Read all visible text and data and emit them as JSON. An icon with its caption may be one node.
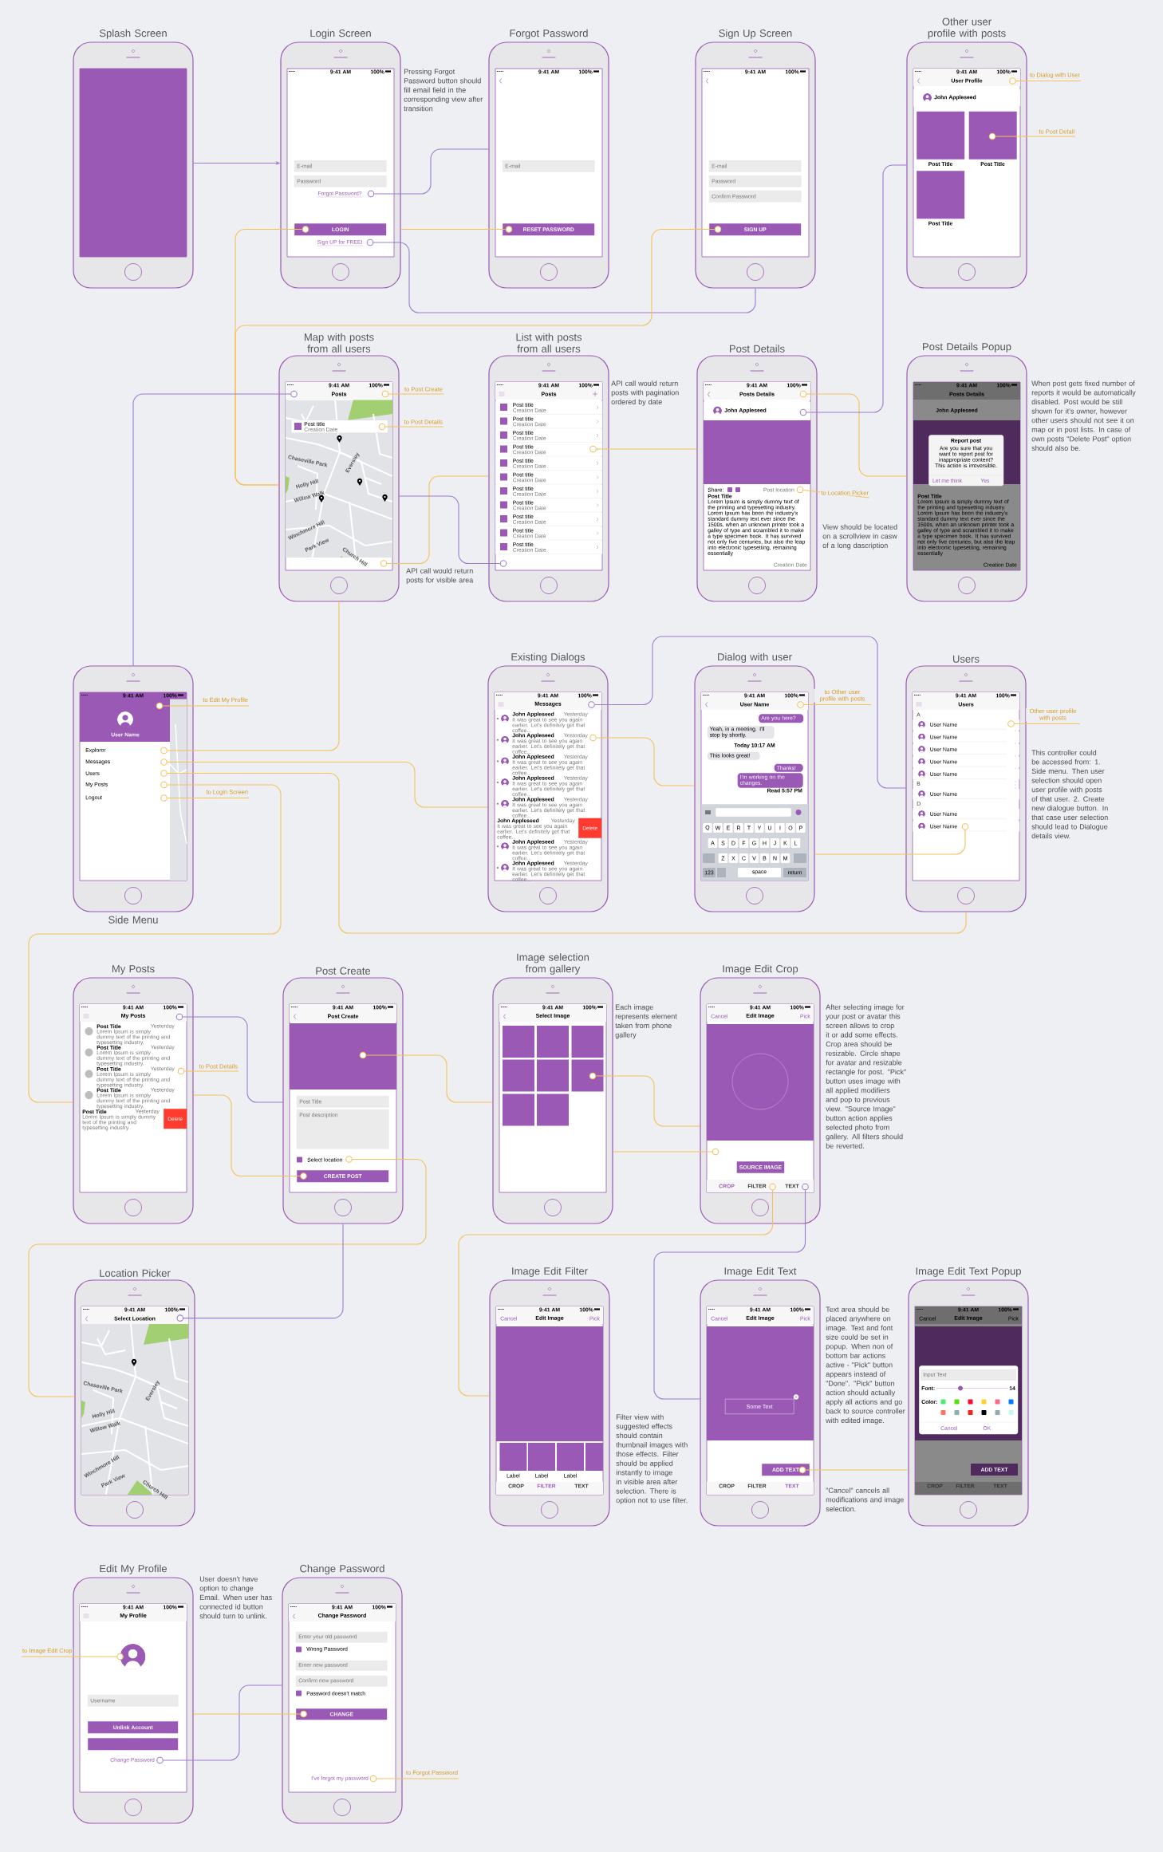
{
  "diagram": {
    "nodes": [
      {
        "text": [
          "Splash Screen"
        ]
      },
      {
        "text": [
          "Login Screen",
          "9:41 AM",
          "100%"
        ],
        "beside": [
          "Pressing Forgot Password button should fill email field in the corresponding view after transition"
        ]
      },
      {
        "text": [
          "E-mail"
        ],
        "in": 1
      },
      {
        "text": [
          "Password"
        ],
        "in": 1
      },
      {
        "text": [
          "Forgot Password?"
        ],
        "in": 1
      },
      {
        "text": [],
        "shape": "circle",
        "in": 1
      },
      {
        "text": [
          "LOGIN"
        ],
        "in": 1
      },
      {
        "text": [],
        "shape": "circle",
        "in": 6
      },
      {
        "text": [
          "Sign UP for FREE!"
        ],
        "in": 1
      },
      {
        "text": [],
        "shape": "circle",
        "in": 1
      },
      {
        "text": [
          "Forgot Password",
          "9:41 AM",
          "100%"
        ]
      },
      {
        "text": [
          "E-mail"
        ],
        "in": 10
      },
      {
        "text": [
          "RESET PASSWORD"
        ],
        "in": 10
      },
      {
        "text": [],
        "shape": "circle",
        "in": 12
      },
      {
        "text": [
          "Sign Up Screen",
          "9:41 AM",
          "100%"
        ]
      },
      {
        "text": [
          "E-mail"
        ],
        "in": 14
      },
      {
        "text": [
          "Password"
        ],
        "in": 14
      },
      {
        "text": [
          "Confirm Password"
        ],
        "in": 14
      },
      {
        "text": [
          "SIGN UP"
        ],
        "in": 14
      },
      {
        "text": [],
        "shape": "circle",
        "in": 18
      },
      {
        "text": [
          "Other user profile with posts",
          "9:41 AM",
          "100%",
          "User Profile"
        ]
      },
      {
        "text": [],
        "shape": "circle",
        "in": 20
      },
      {
        "text": [
          "John Appleseed"
        ],
        "in": 20
      },
      {
        "text": [
          "Post Title"
        ],
        "in": 20
      },
      {
        "text": [
          "Post Title"
        ],
        "in": 20
      },
      {
        "text": [],
        "shape": "circle",
        "in": 24
      },
      {
        "text": [
          "Post Title"
        ],
        "in": 20
      },
      {
        "text": [
          "Map with posts from all users",
          "9:41 AM",
          "100%",
          "Posts"
        ],
        "beside": [
          "API call would return posts for visible area"
        ]
      },
      {
        "text": [],
        "shape": "circle",
        "in": 27
      },
      {
        "text": [],
        "shape": "circle",
        "in": 27
      },
      {
        "text": [
          "Post title",
          "Creation Date"
        ],
        "in": 27
      },
      {
        "text": [],
        "shape": "circle",
        "in": 30
      },
      {
        "text": [],
        "shape": "circle",
        "in": 27
      },
      {
        "text": [
          "List with posts from all users",
          "9:41 AM",
          "100%",
          "Posts"
        ],
        "beside": [
          "API call would return posts with pagination ordered by date"
        ]
      },
      {
        "text": [
          "Post title",
          "Creation Date"
        ],
        "in": 33
      },
      {
        "text": [
          "Post title",
          "Creation Date"
        ],
        "in": 33
      },
      {
        "text": [
          "Post title",
          "Creation Date"
        ],
        "in": 33
      },
      {
        "text": [
          "Post title",
          "Creation Date"
        ],
        "in": 33
      },
      {
        "text": [
          "Post title",
          "Creation Date"
        ],
        "in": 33
      },
      {
        "text": [
          "Post title",
          "Creation Date"
        ],
        "in": 33
      },
      {
        "text": [
          "Post title",
          "Creation Date"
        ],
        "in": 33
      },
      {
        "text": [
          "Post title",
          "Creation Date"
        ],
        "in": 33
      },
      {
        "text": [
          "Post title",
          "Creation Date"
        ],
        "in": 33
      },
      {
        "text": [
          "Post title",
          "Creation Date"
        ],
        "in": 33
      },
      {
        "text": [
          "Post title",
          "Creation Date"
        ],
        "in": 33
      },
      {
        "text": [],
        "shape": "circle",
        "in": 37
      },
      {
        "text": [],
        "shape": "circle",
        "in": 33
      },
      {
        "text": [
          "Post Details",
          "9:41 AM",
          "100%",
          "Posts Details",
          "Share:",
          "Post location",
          "Post Title",
          "Lorem Ipsum is simply dummy text of the printing and typesetting industry. Lorem Ipsum has been the industry's standard dummy text ever since the 1500s, when an unknown printer took a galley of type and scrambled it to make a type specimen book. It has survived not only five centuries, but also the leap into electronic typesetting, remaining essentially",
          "Creation Date"
        ],
        "beside": [
          "View should be located on a scrollview in casw of a long dascription"
        ]
      },
      {
        "text": [],
        "shape": "circle",
        "in": 47
      },
      {
        "text": [
          "John Appleseed"
        ],
        "in": 47
      },
      {
        "text": [],
        "shape": "circle",
        "in": 49
      },
      {
        "text": [],
        "shape": "circle",
        "in": 47
      },
      {
        "text": [
          "Post Details Popup",
          "9:41 AM",
          "100%",
          "Posts Details",
          "John Appleseed",
          "Post Title",
          "Lorem Ipsum is simply dummy text of the printing and typesetting industry. Lorem Ipsum has been the industry's standard dummy text ever since the 1500s, when an unknown printer took a galley of type and scrambled it to make a type specimen book. It has survived not only five centuries, but also the leap into electronic typesetting, remaining essentially",
          "Creation Date"
        ],
        "beside": [
          "When post gets fixed number of reports it would be automatically disabled. Post would be still shown for it's owner, however other users should not see it on map or in post lists. In case of own posts \"Delete Post\" option should also be."
        ]
      },
      {
        "text": [
          "Report post",
          "Are you sure that you want to report post for inappropriate content? This action is irreversible.",
          "Let me think",
          "Yes"
        ],
        "in": 52
      },
      {
        "text": [
          "Side Menu",
          "9:41 AM",
          "100%",
          "User Name",
          "Explorer",
          "Messages",
          "Users",
          "My Posts",
          "Logout"
        ]
      },
      {
        "text": [],
        "shape": "circle",
        "in": 54
      },
      {
        "text": [],
        "shape": "circle",
        "in": 54
      },
      {
        "text": [],
        "shape": "circle",
        "in": 54
      },
      {
        "text": [],
        "shape": "circle",
        "in": 54
      },
      {
        "text": [],
        "shape": "circle",
        "in": 54
      },
      {
        "text": [],
        "shape": "circle",
        "in": 54
      },
      {
        "text": [
          "Existing Dialogs",
          "9:41 AM",
          "100%",
          "Messages"
        ]
      },
      {
        "text": [],
        "shape": "circle",
        "in": 61
      },
      {
        "text": [
          "John Appleseed",
          "Yesterday",
          "It was great to see you again earlier. Let's definitely get that coffee..."
        ],
        "in": 61
      },
      {
        "text": [
          "John Appleseed",
          "Yesterday",
          "It was great to see you again earlier. Let's definitely get that coffee..."
        ],
        "in": 61
      },
      {
        "text": [
          "John Appleseed",
          "Yesterday",
          "It was great to see you again earlier. Let's definitely get that coffee..."
        ],
        "in": 61
      },
      {
        "text": [
          "John Appleseed",
          "Yesterday",
          "It was great to see you again earlier. Let's definitely get that coffee..."
        ],
        "in": 61
      },
      {
        "text": [
          "John Appleseed",
          "Yesterday",
          "It was great to see you again earlier. Let's definitely get that coffee..."
        ],
        "in": 61
      },
      {
        "text": [
          "John Appleseed",
          "Yesterday",
          "It was great to see you again earlier. Let's definitely get that coffee...",
          "Delete"
        ],
        "in": 61
      },
      {
        "text": [
          "John Appleseed",
          "Yesterday",
          "It was great to see you again earlier. Let's definitely get that coffee..."
        ],
        "in": 61
      },
      {
        "text": [
          "John Appleseed",
          "Yesterday",
          "It was great to see you again earlier. Let's definitely get that coffee..."
        ],
        "in": 61
      },
      {
        "text": [],
        "shape": "circle",
        "in": 61
      },
      {
        "text": [
          "Dialog with user",
          "9:41 AM",
          "100%",
          "User Name",
          "Today 10:17 AM",
          "Read 5:57 PM"
        ]
      },
      {
        "text": [],
        "shape": "circle",
        "in": 72
      },
      {
        "text": [
          "Are you here?"
        ],
        "in": 72
      },
      {
        "text": [
          "Yeah, in a meeting. I'll stop by shortly."
        ],
        "in": 72
      },
      {
        "text": [
          "This looks great!"
        ],
        "in": 72
      },
      {
        "text": [
          "Thanks!"
        ],
        "in": 72
      },
      {
        "text": [
          "I'm working on the changes."
        ],
        "in": 72
      },
      {
        "text": [
          "Q",
          "W",
          "E",
          "R",
          "T",
          "Y",
          "U",
          "I",
          "O",
          "P",
          "A",
          "S",
          "D",
          "F",
          "G",
          "H",
          "J",
          "K",
          "L",
          "Z",
          "X",
          "C",
          "V",
          "B",
          "N",
          "M",
          "123",
          "space",
          "return"
        ],
        "in": 72
      },
      {
        "text": [
          "Users",
          "9:41 AM",
          "100%",
          "Users",
          "A",
          "B",
          "D"
        ],
        "beside": [
          "This controller could be accessed from: 1. Side menu. Then user selection should open user profile with posts of that user. 2. Create new dialogue button. In that case user selection should lead to Dialogue details view."
        ]
      },
      {
        "text": [
          "User Name"
        ],
        "in": 80
      },
      {
        "text": [
          "User Name"
        ],
        "in": 80
      },
      {
        "text": [
          "User Name"
        ],
        "in": 80
      },
      {
        "text": [
          "User Name"
        ],
        "in": 80
      },
      {
        "text": [
          "User Name"
        ],
        "in": 80
      },
      {
        "text": [
          "User Name"
        ],
        "in": 80
      },
      {
        "text": [
          "User Name"
        ],
        "in": 80
      },
      {
        "text": [
          "User Name"
        ],
        "in": 80
      },
      {
        "text": [],
        "shape": "circle",
        "in": 81
      },
      {
        "text": [],
        "shape": "circle",
        "in": 88
      },
      {
        "text": [
          "My Posts",
          "9:41 AM",
          "100%",
          "My Posts"
        ]
      },
      {
        "text": [],
        "shape": "circle",
        "in": 91
      },
      {
        "text": [
          "Post Title",
          "Yesterday",
          "Lorem Ipsum is simply dummy text of the printing and typesetting industry."
        ],
        "in": 91
      },
      {
        "text": [
          "Post Title",
          "Yesterday",
          "Lorem Ipsum is simply dummy text of the printing and typesetting industry."
        ],
        "in": 91
      },
      {
        "text": [
          "Post Title",
          "Yesterday",
          "Lorem Ipsum is simply dummy text of the printing and typesetting industry."
        ],
        "in": 91
      },
      {
        "text": [
          "Post Title",
          "Yesterday",
          "Lorem Ipsum is simply dummy text of the printing and typesetting industry."
        ],
        "in": 91
      },
      {
        "text": [
          "Post Title",
          "Yesterday",
          "Lorem Ipsum is simply dummy text of the printing and typesetting industry.",
          "Delete"
        ],
        "in": 91
      },
      {
        "text": [],
        "shape": "circle",
        "in": 91
      },
      {
        "text": [
          "Post Create",
          "9:41 AM",
          "100%",
          "Post Create",
          "Select location"
        ]
      },
      {
        "text": [],
        "shape": "circle",
        "in": 99
      },
      {
        "text": [
          "Post Title"
        ],
        "in": 99
      },
      {
        "text": [
          "Post description"
        ],
        "in": 99
      },
      {
        "text": [],
        "shape": "circle",
        "in": 99
      },
      {
        "text": [
          "CREATE POST"
        ],
        "in": 99
      },
      {
        "text": [],
        "shape": "circle",
        "in": 104
      },
      {
        "text": [
          "Image selection from gallery",
          "9:41 AM",
          "100%",
          "Select Image"
        ],
        "beside": [
          "Each image represents element taken from phone gallery"
        ]
      },
      {
        "text": [],
        "shape": "circle",
        "in": 106
      },
      {
        "text": [
          "Image Edit Crop",
          "9:41 AM",
          "100%",
          "Cancel",
          "Edit Image",
          "Pick",
          "CROP",
          "FILTER",
          "TEXT"
        ],
        "beside": [
          "After selecting image for your post or avatar this screen allows to crop it or add some effects. Crop area should be resizable. Circle shape for avatar and resizable rectangle for post. \"Pick\" button uses image with all applied modifiers and pop to previous view. \"Source Image\" button action applies selected photo from gallery. All filters should be reverted."
        ]
      },
      {
        "text": [
          "SOURCE IMAGE"
        ],
        "in": 108
      },
      {
        "text": [],
        "shape": "circle",
        "in": 108
      },
      {
        "text": [],
        "shape": "circle",
        "in": 108
      },
      {
        "text": [],
        "shape": "circle",
        "in": 108
      },
      {
        "text": [
          "Location Picker",
          "9:41 AM",
          "100%",
          "Select Location"
        ]
      },
      {
        "text": [],
        "shape": "circle",
        "in": 113
      },
      {
        "text": [
          "Image Edit Filter",
          "9:41 AM",
          "100%",
          "Cancel",
          "Edit Image",
          "Pick",
          "Label",
          "Label",
          "Label",
          "CROP",
          "FILTER",
          "TEXT"
        ],
        "beside": [
          "Filter view with suggested effects should contain thumbnail images with those effects. Filter should be applied instantly to image in visible area after selection. There is option not to use filter."
        ]
      },
      {
        "text": [
          "Image Edit Text",
          "9:41 AM",
          "100%",
          "Cancel",
          "Edit Image",
          "Pick",
          "CROP",
          "FILTER",
          "TEXT"
        ],
        "beside": [
          "Text area should be placed anywhere on image. Text and font size could be set in popup. When non of bottom bar actions active - \"Pick\" button appears instead of \"Done\". \"Pick\" button action should actually apply all actions and go back to source controller with edited image.",
          "\"Cancel\" cancels all modifications and image selection."
        ]
      },
      {
        "text": [
          "Some Text"
        ],
        "in": 116
      },
      {
        "text": [
          "ADD TEXT"
        ],
        "in": 116
      },
      {
        "text": [],
        "shape": "circle",
        "in": 118
      },
      {
        "text": [
          "Image Edit Text Popup",
          "9:41 AM",
          "100%",
          "Cancel",
          "Edit Image",
          "Pick",
          "ADD TEXT",
          "CROP",
          "FILTER",
          "TEXT"
        ]
      },
      {
        "text": [
          "Input Text",
          "Font:",
          "14",
          "Color:",
          "Cancel",
          "OK"
        ],
        "in": 120
      },
      {
        "text": [
          "Edit My Profile",
          "9:41 AM",
          "100%",
          "My Profile",
          "Change Password"
        ],
        "beside": [
          "User doesn't have option to change Email. When user has connected id button should turn to unlink."
        ]
      },
      {
        "text": [],
        "shape": "circle",
        "in": 122
      },
      {
        "text": [
          "Username"
        ],
        "in": 122
      },
      {
        "text": [
          "Unlink Account"
        ],
        "in": 122
      },
      {
        "text": [],
        "shape": "box",
        "in": 122
      },
      {
        "text": [],
        "shape": "circle",
        "in": 122
      },
      {
        "text": [
          "Change Password",
          "9:41 AM",
          "100%",
          "Change Password",
          "Wrong Password",
          "Password doesn't match",
          "I've forgot my password"
        ]
      },
      {
        "text": [
          "Enter your old password"
        ],
        "in": 128
      },
      {
        "text": [
          "Enter new password"
        ],
        "in": 128
      },
      {
        "text": [
          "Confirm new password"
        ],
        "in": 128
      },
      {
        "text": [
          "CHANGE"
        ],
        "in": 128
      },
      {
        "text": [],
        "shape": "circle",
        "in": 132
      },
      {
        "text": [],
        "shape": "circle",
        "in": 128
      }
    ],
    "edges": [
      {
        "from": 0,
        "to": 1,
        "arrow": "to",
        "color": "#9b59b6"
      },
      {
        "from": 5,
        "to": 10,
        "arrow": "none",
        "color": "#9b59b6"
      },
      {
        "from": 9,
        "to": 14,
        "arrow": "none",
        "color": "#9b59b6"
      },
      {
        "from": 7,
        "to": 27,
        "arrow": "none"
      },
      {
        "from": 19,
        "to": 27,
        "arrow": "none"
      },
      {
        "from": 13,
        "to": 1,
        "arrow": "none"
      },
      {
        "from": 28,
        "to": 54,
        "arrow": "none",
        "color": "#9b59b6"
      },
      {
        "from": 29,
        "to": null,
        "arrow": "none",
        "label": "to Post Create"
      },
      {
        "from": 31,
        "to": null,
        "arrow": "none",
        "label": "to Post Details"
      },
      {
        "from": 32,
        "to": 33,
        "arrow": "none"
      },
      {
        "from": 46,
        "to": 27,
        "arrow": "none",
        "color": "#9b59b6"
      },
      {
        "from": 45,
        "to": 47,
        "arrow": "none"
      },
      {
        "from": 48,
        "to": 52,
        "arrow": "none"
      },
      {
        "from": 50,
        "to": 20,
        "arrow": "none",
        "color": "#9b59b6"
      },
      {
        "from": 51,
        "to": null,
        "arrow": "none",
        "label": "to Location Picker"
      },
      {
        "from": 21,
        "to": null,
        "arrow": "none",
        "label": "to Dialog with User"
      },
      {
        "from": 25,
        "to": null,
        "arrow": "none",
        "label": "to Post Detail"
      },
      {
        "from": 56,
        "to": 27,
        "arrow": "none"
      },
      {
        "from": 57,
        "to": 61,
        "arrow": "none"
      },
      {
        "from": 58,
        "to": 80,
        "arrow": "none"
      },
      {
        "from": 59,
        "to": 91,
        "arrow": "none"
      },
      {
        "from": 60,
        "to": null,
        "arrow": "none",
        "label": "to Login Screen"
      },
      {
        "from": 55,
        "to": null,
        "arrow": "none",
        "label": "to Edit My Profile"
      },
      {
        "from": 62,
        "to": 80,
        "arrow": "none",
        "color": "#9b59b6"
      },
      {
        "from": 71,
        "to": 72,
        "arrow": "none"
      },
      {
        "from": 73,
        "to": null,
        "arrow": "none",
        "label": "to Other user profile with posts"
      },
      {
        "from": 89,
        "to": null,
        "arrow": "none",
        "label": "Other user profile with posts"
      },
      {
        "from": 90,
        "to": 72,
        "arrow": "none"
      },
      {
        "from": 92,
        "to": 99,
        "arrow": "none",
        "color": "#9b59b6"
      },
      {
        "from": 98,
        "to": null,
        "arrow": "none",
        "label": "to Post Details"
      },
      {
        "from": 105,
        "to": 91,
        "arrow": "none"
      },
      {
        "from": 100,
        "to": 106,
        "arrow": "none"
      },
      {
        "from": 103,
        "to": 113,
        "arrow": "none"
      },
      {
        "from": 114,
        "to": 99,
        "arrow": "none",
        "color": "#9b59b6"
      },
      {
        "from": 107,
        "to": 108,
        "arrow": "none"
      },
      {
        "from": 110,
        "to": 106,
        "arrow": "none"
      },
      {
        "from": 111,
        "to": 115,
        "arrow": "none"
      },
      {
        "from": 112,
        "to": 116,
        "arrow": "none",
        "color": "#9b59b6"
      },
      {
        "from": 119,
        "to": 120,
        "arrow": "none"
      },
      {
        "from": 123,
        "to": null,
        "arrow": "none",
        "label": "to Image Edit Crop"
      },
      {
        "from": 127,
        "to": 128,
        "arrow": "none",
        "color": "#9b59b6"
      },
      {
        "from": 133,
        "to": 122,
        "arrow": "none"
      },
      {
        "from": 134,
        "to": null,
        "arrow": "none",
        "label": "to Forgot Password"
      }
    ],
    "labels": [
      "Chaseville Park",
      "Eversley",
      "Holly Hill",
      "Willow Walk",
      "Winchmore Hill",
      "Park View",
      "Church Hill",
      "Chaseville Park",
      "Eversley",
      "Holly Hill",
      "Willow Walk",
      "Winchmore Hill",
      "Park View",
      "Church Hill"
    ]
  }
}
